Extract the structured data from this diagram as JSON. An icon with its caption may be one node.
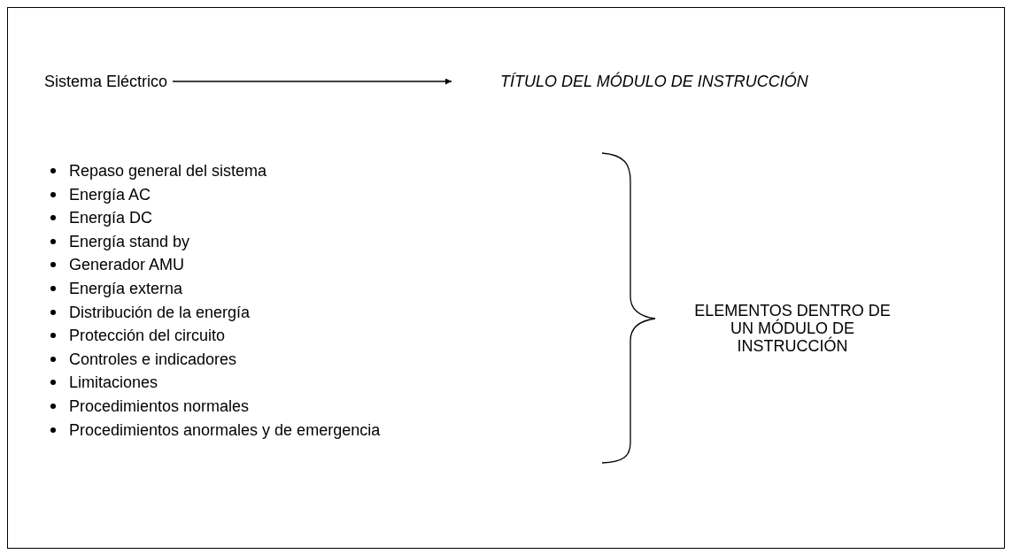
{
  "diagram": {
    "nodes": [
      {
        "text": [
          "Sistema Eléctrico"
        ]
      },
      {
        "text": [
          "TÍTULO DEL MÓDULO DE INSTRUCCIÓN"
        ]
      }
    ],
    "edges": [
      {
        "from": 0,
        "to": 1,
        "arrow": "to"
      }
    ],
    "labels": [
      "Repaso general del sistema",
      "Energía AC",
      "Energía DC",
      "Energía stand by",
      "Generador AMU",
      "Energía externa",
      "Distribución de la energía",
      "Protección del circuito",
      "Controles e indicadores",
      "Limitaciones",
      "Procedimientos normales",
      "Procedimientos anormales y de emergencia",
      "ELEMENTOS DENTRO DE UN MÓDULO DE INSTRUCCIÓN"
    ]
  }
}
